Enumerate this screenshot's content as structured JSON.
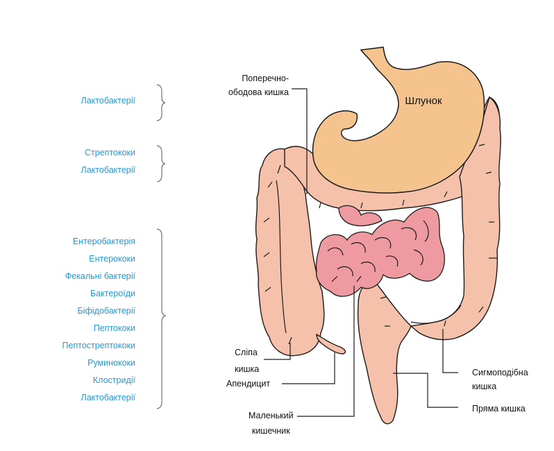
{
  "bacteria_groups": [
    {
      "items": [
        "Лактобактерії"
      ]
    },
    {
      "items": [
        "Стрептококи",
        "Лактобактерії"
      ]
    },
    {
      "items": [
        "Ентеробактерія",
        "Ентерококи",
        "Фекальні бактерії",
        "Бактероїди",
        "Біфідобактерії",
        "Пептококи",
        "Пептострептококи",
        "Руминококи",
        "Клостридії",
        "Лактобактерії"
      ]
    }
  ],
  "organs": {
    "stomach": "Шлунок",
    "transverse_colon_line1": "Поперечно-",
    "transverse_colon_line2": "ободова кишка",
    "cecum_line1": "Сліпа",
    "cecum_line2": "кишка",
    "appendix": "Апендицит",
    "small_intestine_line1": "Маленький",
    "small_intestine_line2": "кишечник",
    "sigmoid_line1": "Сигмоподібна",
    "sigmoid_line2": "кишка",
    "rectum": "Пряма кишка"
  },
  "colors": {
    "bacteria_text": "#1f9ad6",
    "stomach_fill": "#f5c48e",
    "colon_fill": "#f5c1aa",
    "small_intestine_fill": "#ee9aa0",
    "outline": "#1a1a1a"
  }
}
